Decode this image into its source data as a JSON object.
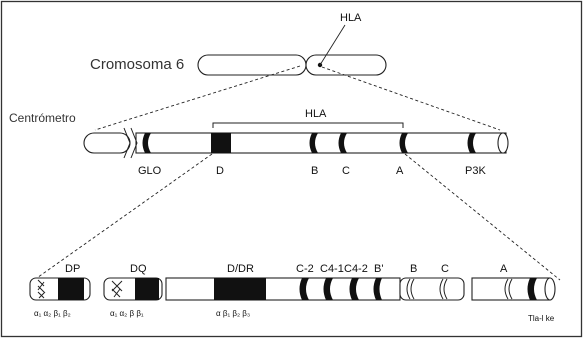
{
  "labels": {
    "chromosome": "Cromosoma 6",
    "hla_top": "HLA",
    "centromere": "Centrómetro",
    "hla_mid": "HLA"
  },
  "mid_loci": [
    "GLO",
    "D",
    "B",
    "C",
    "A",
    "P3K"
  ],
  "low_loci": [
    "DP",
    "DQ",
    "D/DR",
    "C-2",
    "C4-1",
    "C4-2",
    "B'",
    "B",
    "C",
    "A"
  ],
  "chains": {
    "dp": "α₁ α₂ β₁ β₂",
    "dq": "α₁ α₂ β   β₁",
    "dr": "α  β₁ β₂ β₃"
  },
  "end_label": "Tla-l ke",
  "colors": {
    "ink": "#111111",
    "frame": "#333333",
    "background": "#ffffff"
  }
}
